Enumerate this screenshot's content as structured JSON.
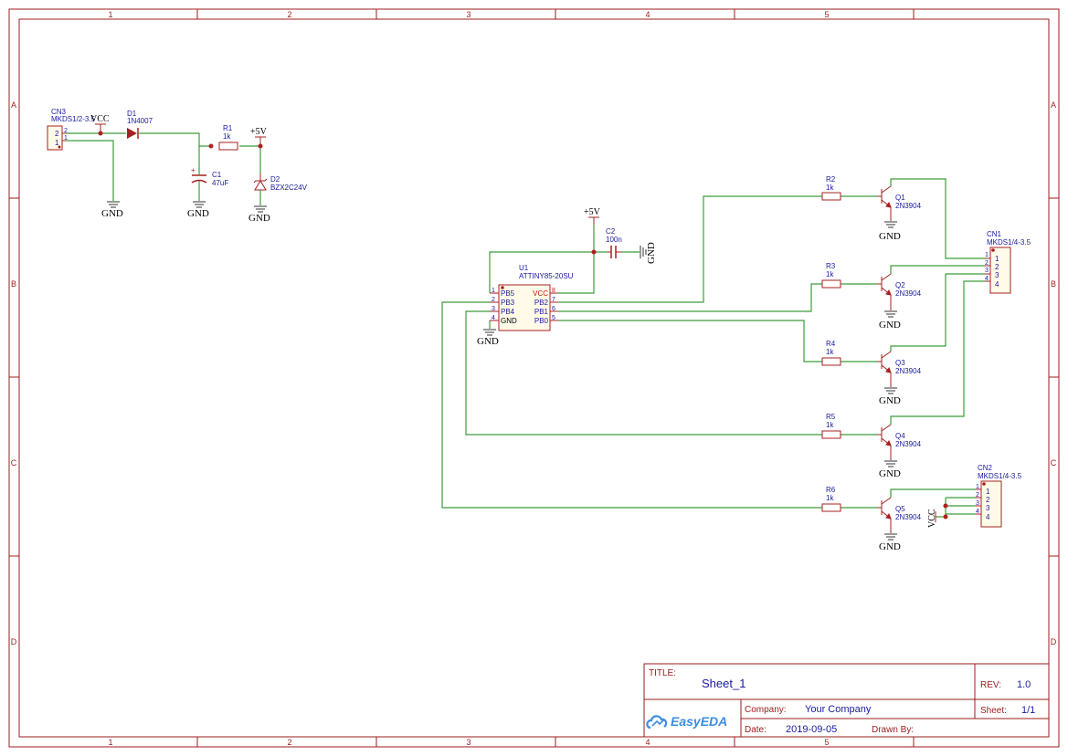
{
  "frame": {
    "columns": [
      "1",
      "2",
      "3",
      "4",
      "5"
    ],
    "rows": [
      "A",
      "B",
      "C",
      "D"
    ]
  },
  "components": {
    "cn3": {
      "ref": "CN3",
      "value": "MKDS1/2-3.5",
      "pins": [
        "2",
        "1"
      ]
    },
    "d1": {
      "ref": "D1",
      "value": "1N4007"
    },
    "r1": {
      "ref": "R1",
      "value": "1k"
    },
    "c1": {
      "ref": "C1",
      "value": "47uF",
      "polarity": "+"
    },
    "d2": {
      "ref": "D2",
      "value": "BZX2C24V"
    },
    "c2": {
      "ref": "C2",
      "value": "100n"
    },
    "u1": {
      "ref": "U1",
      "value": "ATTINY85-20SU",
      "left_pins": [
        {
          "num": "1",
          "name": "PB5"
        },
        {
          "num": "2",
          "name": "PB3"
        },
        {
          "num": "3",
          "name": "PB4"
        },
        {
          "num": "4",
          "name": "GND"
        }
      ],
      "right_pins": [
        {
          "num": "8",
          "name": "VCC"
        },
        {
          "num": "7",
          "name": "PB2"
        },
        {
          "num": "6",
          "name": "PB1"
        },
        {
          "num": "5",
          "name": "PB0"
        }
      ]
    },
    "r2": {
      "ref": "R2",
      "value": "1k"
    },
    "r3": {
      "ref": "R3",
      "value": "1k"
    },
    "r4": {
      "ref": "R4",
      "value": "1k"
    },
    "r5": {
      "ref": "R5",
      "value": "1k"
    },
    "r6": {
      "ref": "R6",
      "value": "1k"
    },
    "q1": {
      "ref": "Q1",
      "value": "2N3904"
    },
    "q2": {
      "ref": "Q2",
      "value": "2N3904"
    },
    "q3": {
      "ref": "Q3",
      "value": "2N3904"
    },
    "q4": {
      "ref": "Q4",
      "value": "2N3904"
    },
    "q5": {
      "ref": "Q5",
      "value": "2N3904"
    },
    "cn1": {
      "ref": "CN1",
      "value": "MKDS1/4-3.5",
      "pins": [
        "1",
        "2",
        "3",
        "4"
      ]
    },
    "cn2": {
      "ref": "CN2",
      "value": "MKDS1/4-3.5",
      "pins": [
        "1",
        "2",
        "3",
        "4"
      ]
    }
  },
  "nets": {
    "vcc": "VCC",
    "plus5v": "+5V",
    "gnd": "GND"
  },
  "title_block": {
    "title_label": "TITLE:",
    "title": "Sheet_1",
    "rev_label": "REV:",
    "rev": "1.0",
    "logo": "EasyEDA",
    "company_label": "Company:",
    "company": "Your Company",
    "sheet_label": "Sheet:",
    "sheet": "1/1",
    "date_label": "Date:",
    "date": "2019-09-05",
    "drawn_label": "Drawn By:"
  },
  "colors": {
    "frame": "#9b1c1c",
    "wire": "#3c9c3c",
    "symbol": "#a52020",
    "pin_name": "#1a1aa0",
    "text": "#1a1aa0",
    "junction": "#b02020"
  }
}
